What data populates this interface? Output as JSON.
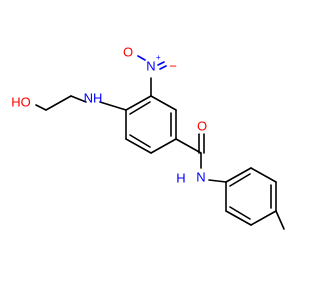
{
  "molecule": {
    "colors": {
      "carbon": "#000000",
      "oxygen": "#ff0000",
      "nitrogen": "#0000ff",
      "background": "#ffffff"
    },
    "labels": {
      "hydroxyl": "HO",
      "amine_nh": "NH",
      "nitro_n": "N",
      "nitro_plus": "+",
      "nitro_o_top": "O",
      "nitro_o_minus": "−",
      "carbonyl_o": "O",
      "amide_n": "N",
      "amide_h": "H"
    }
  }
}
